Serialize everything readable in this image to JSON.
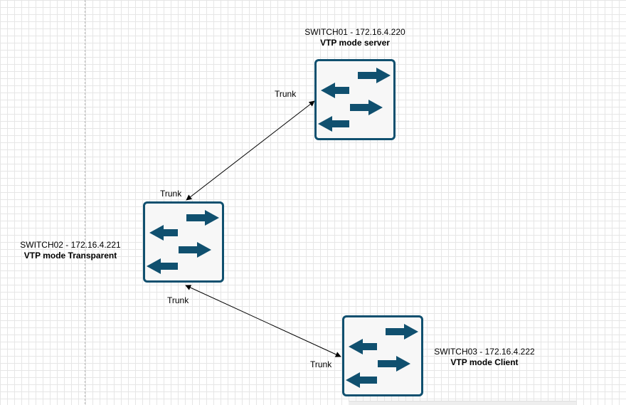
{
  "switches": {
    "switch01": {
      "name": "SWITCH01 - 172.16.4.220",
      "mode": "VTP mode server"
    },
    "switch02": {
      "name": "SWITCH02 - 172.16.4.221",
      "mode": "VTP mode Transparent"
    },
    "switch03": {
      "name": "SWITCH03 - 172.16.4.222",
      "mode": "VTP mode Client"
    }
  },
  "links": [
    {
      "from": "SWITCH02",
      "to": "SWITCH01",
      "label_from": "Trunk",
      "label_to": "Trunk"
    },
    {
      "from": "SWITCH02",
      "to": "SWITCH03",
      "label_from": "Trunk",
      "label_to": "Trunk"
    }
  ],
  "colors": {
    "switch_border": "#10506f",
    "switch_fill": "#f7f7f7",
    "arrow_fill": "#10506f",
    "grid_line": "#e6e6e6",
    "link_line": "#000000"
  },
  "icons": {
    "switch": "network-switch-icon"
  }
}
